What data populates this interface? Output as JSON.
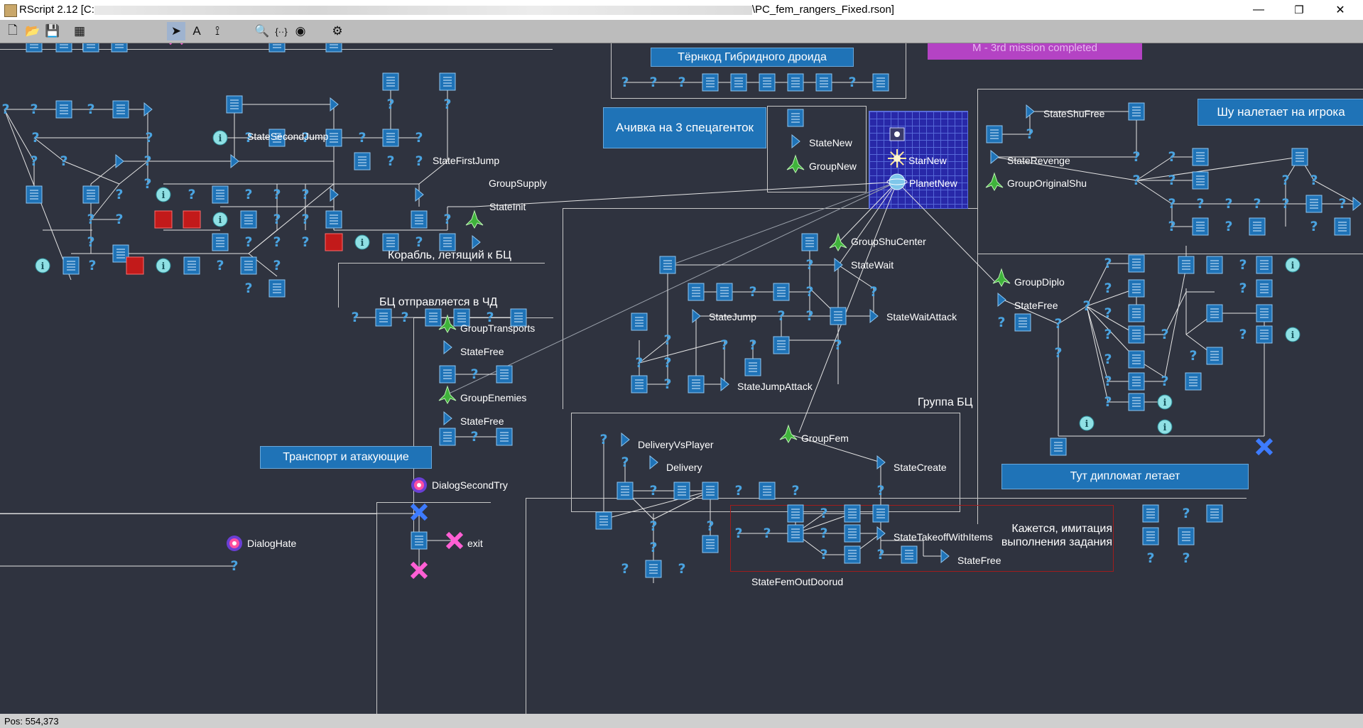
{
  "window": {
    "title_prefix": "RScript 2.12 [C:",
    "title_suffix": "\\PC_fem_rangers_Fixed.rson]",
    "minimize": "—",
    "maximize": "❐",
    "close": "✕"
  },
  "toolbar": {
    "icons": [
      "new-file-icon",
      "open-folder-icon",
      "save-icon",
      "calendar-icon",
      "select-arrow-icon",
      "text-tool-icon",
      "link-tool-icon",
      "search-icon",
      "braces-icon",
      "coin-icon",
      "settings-gears-icon"
    ]
  },
  "status": {
    "pos": "Pos: 554,373"
  },
  "colors": {
    "node_blue": "#1f73b7",
    "edge": "#e8e8e8",
    "canvas": "#2f333f",
    "header": "#1f73b7",
    "purple": "#b443c4",
    "red": "#c21a1a"
  },
  "groups": {
    "purple_partial": "M - 3rd mission completed",
    "terkod": "Тёрнкод Гибридного дроида",
    "achievement": "Ачивка на 3 спецагенток",
    "shu_attacks": "Шу налетает на игрока",
    "ship_to_bc": "Корабль, летящий к БЦ",
    "bc_to_chd": "БЦ отправляется в ЧД",
    "transport": "Транспорт и атакующие",
    "bc_group": "Группа БЦ",
    "diplomat": "Тут дипломат летает",
    "imitation": "Кажется, имитация выполнения задания"
  },
  "labels": {
    "exit_top": "exit",
    "state_second_jump": "StateSecondJump",
    "state_first_jump": "StateFirstJump",
    "group_supply": "GroupSupply",
    "state_init": "StateInit",
    "state_new": "StateNew",
    "group_new": "GroupNew",
    "star_new": "StarNew",
    "planet_new": "PlanetNew",
    "state_shu_free": "StateShuFree",
    "state_revenge": "StateRevenge",
    "group_original_shu": "GroupOriginalShu",
    "group_shu_center": "GroupShuCenter",
    "state_wait": "StateWait",
    "state_jump": "StateJump",
    "state_wait_attack": "StateWaitAttack",
    "state_jump_attack": "StateJumpAttack",
    "group_transports": "GroupTransports",
    "state_free_1": "StateFree",
    "group_enemies": "GroupEnemies",
    "state_free_2": "StateFree",
    "group_diplo": "GroupDiplo",
    "state_free_diplo": "StateFree",
    "group_fem": "GroupFem",
    "delivery_vs_player": "DeliveryVsPlayer",
    "delivery": "Delivery",
    "state_create": "StateCreate",
    "state_takeoff": "StateTakeoffWithItems",
    "state_free_bottom": "StateFree",
    "state_bottom_cut": "StateFemOutDoorud",
    "dialog_second_try": "DialogSecondTry",
    "dialog_hate": "DialogHate",
    "exit_bottom": "exit"
  }
}
